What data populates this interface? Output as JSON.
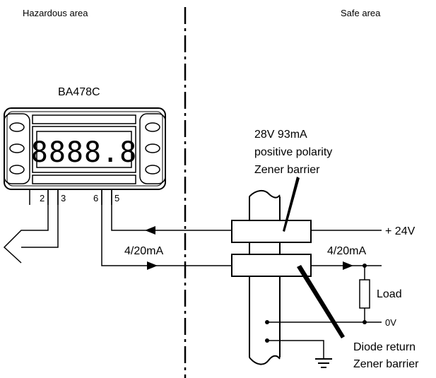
{
  "areas": {
    "hazardous": "Hazardous area",
    "safe": "Safe area"
  },
  "instrument": {
    "model": "BA478C",
    "display_readout": "8888.8",
    "terminals": [
      "2",
      "3",
      "6",
      "5"
    ]
  },
  "barrier_1": {
    "label_line1": "28V 93mA",
    "label_line2": "positive polarity",
    "label_line3": "Zener barrier"
  },
  "barrier_2": {
    "label_line1": "Diode return",
    "label_line2": "Zener barrier"
  },
  "signals": {
    "supply": "+ 24V",
    "current_left": "4/20mA",
    "current_right": "4/20mA",
    "zero_volt": "0V",
    "load": "Load"
  },
  "colors": {
    "line": "#000000",
    "background": "#ffffff"
  }
}
